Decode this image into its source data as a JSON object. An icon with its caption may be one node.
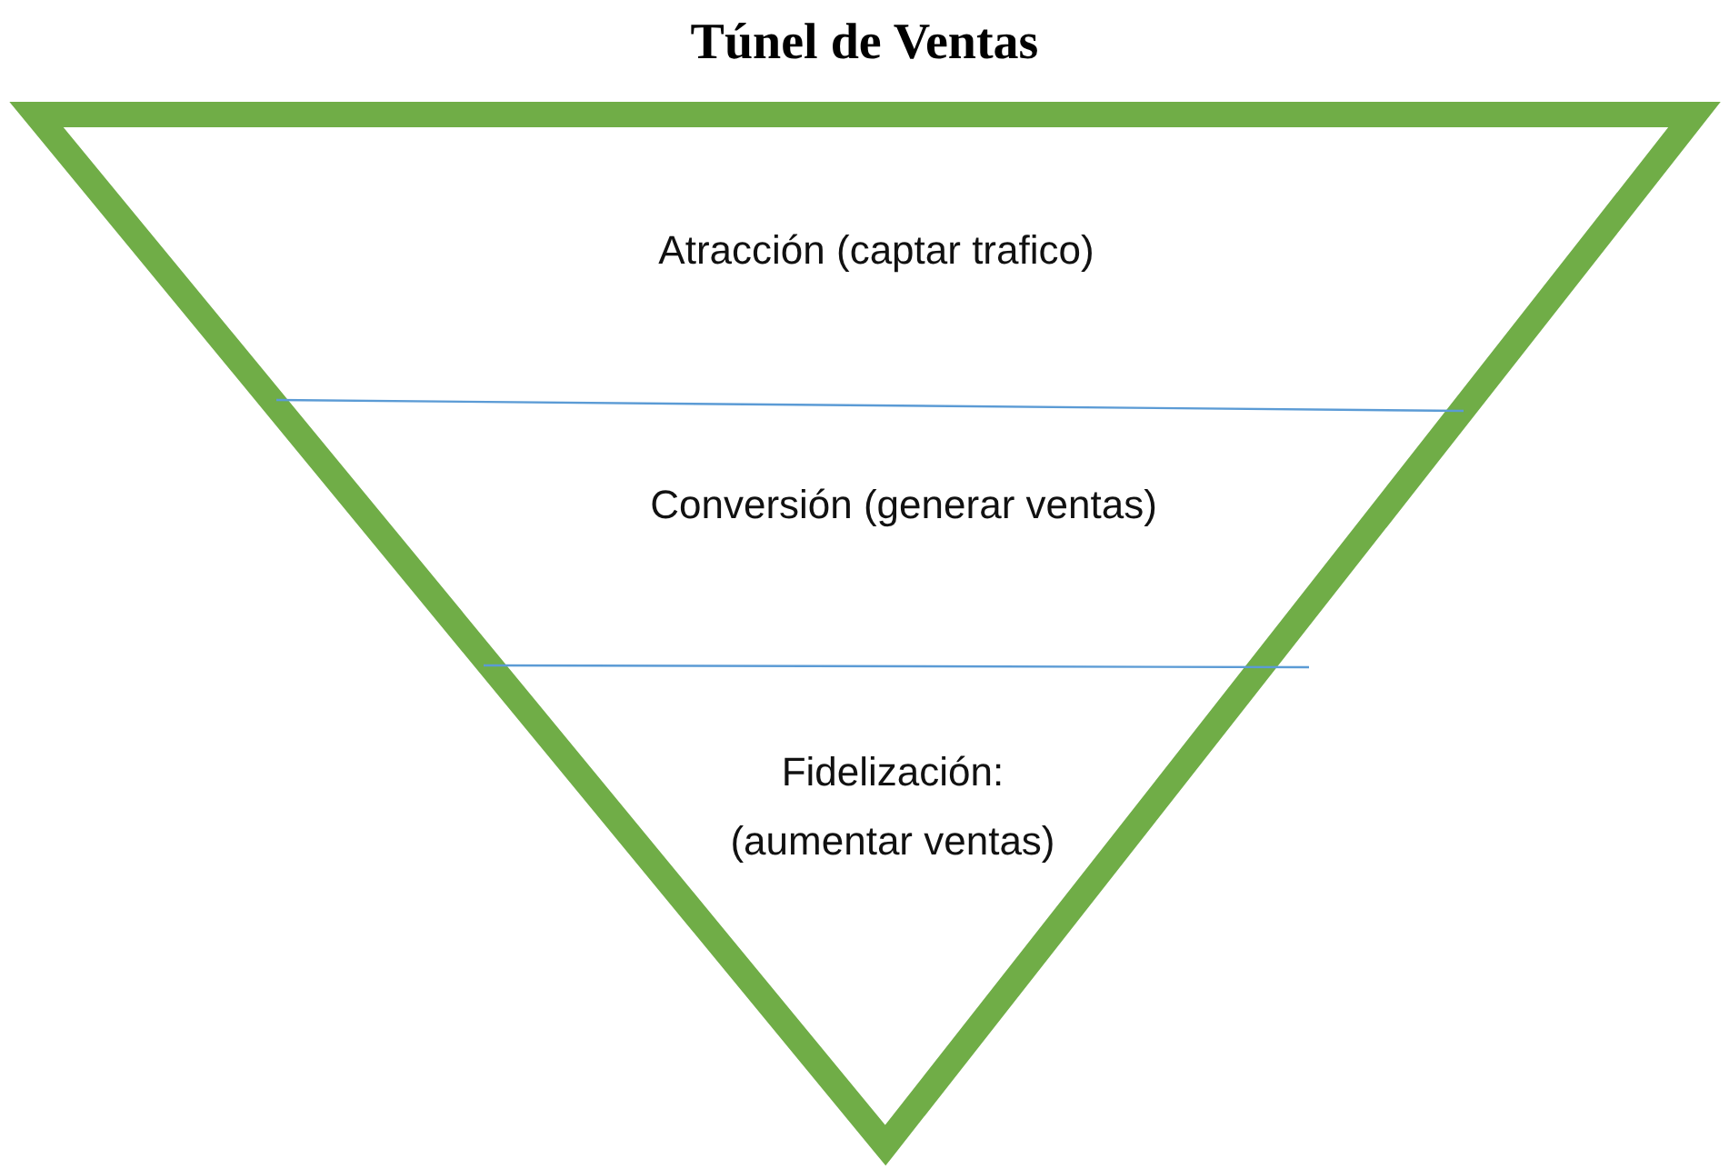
{
  "diagram": {
    "title": "Túnel de Ventas",
    "nodes": [
      {
        "text": [],
        "shape": "triangle"
      },
      {
        "text": [
          "Atracción (captar trafico)"
        ],
        "in": 0
      },
      {
        "text": [
          "Conversión (generar ventas)"
        ],
        "in": 0
      },
      {
        "text": [
          "Fidelización: (aumentar ventas)"
        ],
        "in": 0
      }
    ],
    "edges": []
  }
}
